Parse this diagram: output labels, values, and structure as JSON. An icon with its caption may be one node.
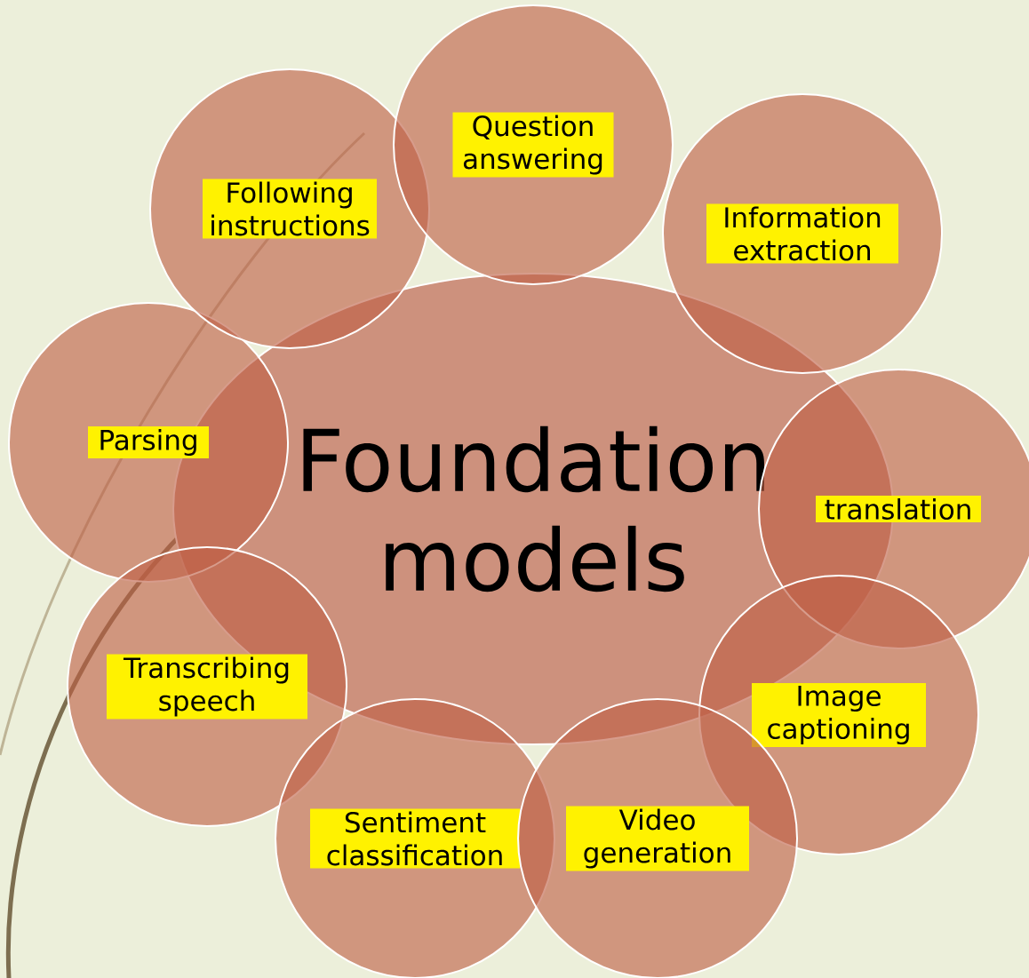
{
  "diagram": {
    "nodes": [
      {
        "text": [
          "Foundation models"
        ]
      },
      {
        "text": [
          "Question answering"
        ]
      },
      {
        "text": [
          "Following instructions"
        ]
      },
      {
        "text": [
          "Information extraction"
        ]
      },
      {
        "text": [
          "Parsing"
        ]
      },
      {
        "text": [
          "translation"
        ]
      },
      {
        "text": [
          "Transcribing speech"
        ]
      },
      {
        "text": [
          "Image captioning"
        ]
      },
      {
        "text": [
          "Sentiment classification"
        ]
      },
      {
        "text": [
          "Video generation"
        ]
      }
    ],
    "edges": []
  }
}
